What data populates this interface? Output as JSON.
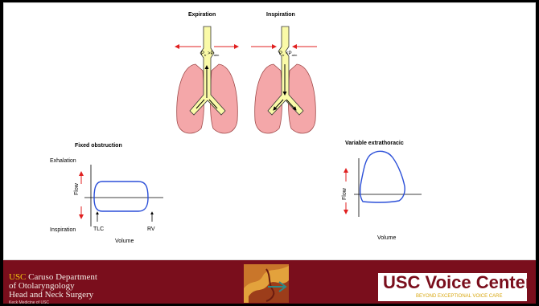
{
  "top": {
    "expiration_label": "Expiration",
    "inspiration_label": "Inspiration",
    "exp_pressure": {
      "p_tr": "P",
      "p_tr_sub": "tr",
      "op": ">",
      "p_atm": "P",
      "p_atm_sub": "atm"
    },
    "insp_pressure": {
      "p_tr": "P",
      "p_tr_sub": "tr",
      "op": "<",
      "p_atm": "P",
      "p_atm_sub": "atm"
    }
  },
  "fixed": {
    "title": "Fixed obstruction",
    "exhalation": "Exhalation",
    "inspiration": "Inspiration",
    "flow": "Flow",
    "volume": "Volume",
    "tlc": "TLC",
    "rv": "RV"
  },
  "variable": {
    "title": "Variable extrathoracic",
    "flow": "Flow",
    "volume": "Volume"
  },
  "footer": {
    "dept_usc": "USC",
    "dept_line1": " Caruso Department",
    "dept_line2": "of Otolaryngology",
    "dept_line3": "Head and Neck Surgery",
    "dept_sub": "Keck Medicine of USC",
    "vc_title": "USC Voice Center",
    "vc_subtitle": "BEYOND EXCEPTIONAL VOICE CARE"
  },
  "colors": {
    "footer_bg": "#7a0e1c",
    "lung_fill": "#f4a7a9",
    "airway_fill": "#fafaa8",
    "loop_stroke": "#2b4fd8",
    "arrow_red": "#e02020"
  }
}
